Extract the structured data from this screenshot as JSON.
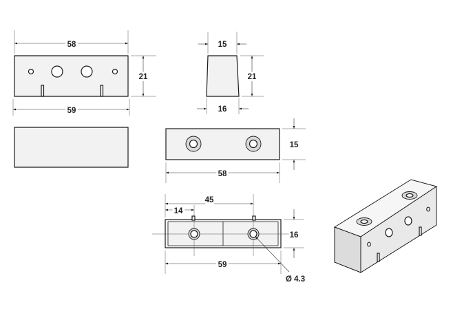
{
  "dimensions": {
    "front_top_width": "58",
    "front_height": "21",
    "front_bottom_width": "59",
    "side_top_width": "15",
    "side_height": "21",
    "side_bottom_width": "16",
    "top_view_depth": "15",
    "top_view_length": "58",
    "bottom_hole_spacing": "45",
    "bottom_hole_offset": "14",
    "bottom_depth": "16",
    "bottom_length": "59",
    "hole_diameter": "Ø 4.3"
  }
}
